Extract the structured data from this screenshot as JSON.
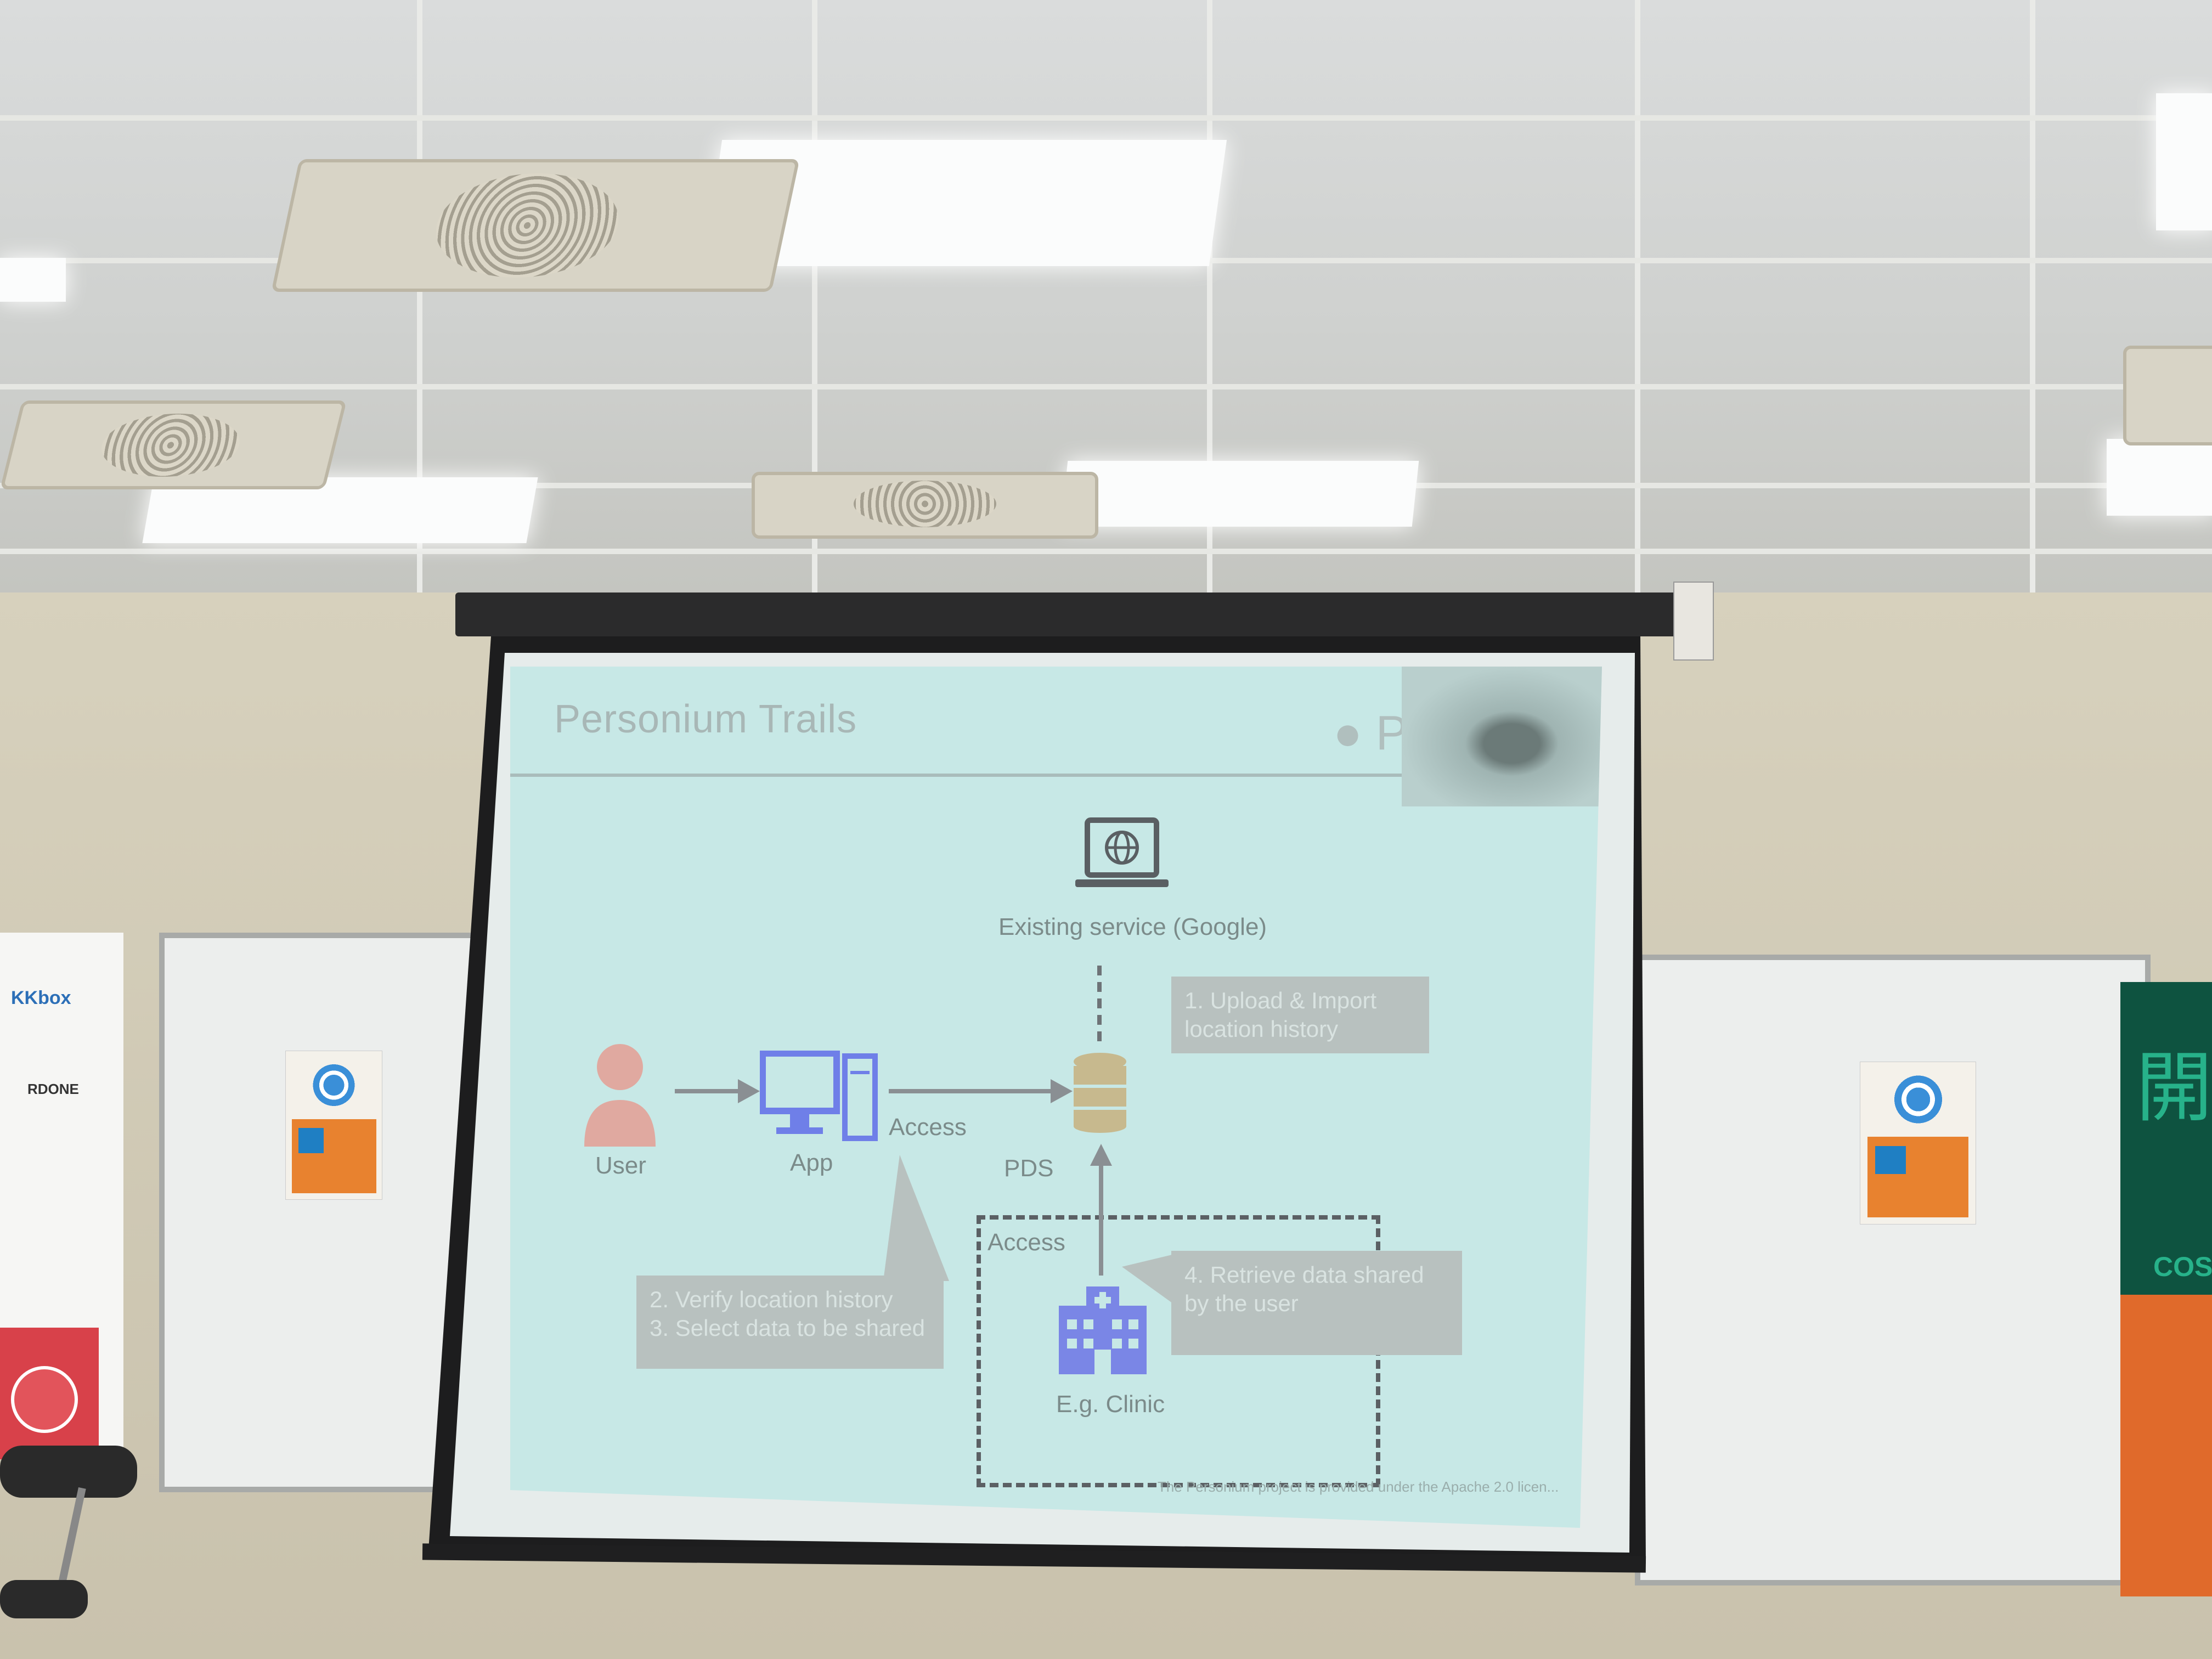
{
  "slide": {
    "title": "Personium Trails",
    "logo_fragment": "Pe",
    "nodes": {
      "existing_service": "Existing service (Google)",
      "user": "User",
      "app": "App",
      "pds": "PDS",
      "clinic": "E.g. Clinic"
    },
    "edge_labels": {
      "app_to_pds": "Access",
      "clinic_to_pds": "Access"
    },
    "callouts": {
      "upload": "1. Upload & Import location history",
      "verify_line1": "2. Verify location history",
      "verify_line2": "3. Select data to be shared",
      "retrieve": "4. Retrieve data shared by the user"
    },
    "footnote": "The Personium project is provided under the Apache 2.0 licen..."
  },
  "posters": {
    "left_sponsors": [
      "KKbox",
      "RDONE"
    ],
    "right_poster_char": "開",
    "right_poster_text": "COS"
  },
  "colors": {
    "slide_bg": "#c7e8e6",
    "user_icon": "#e0a9a0",
    "app_icon": "#6f7fe8",
    "pds_icon": "#c7b98e",
    "clinic_icon": "#7a86e6",
    "sticker_orange": "#e8822f",
    "poster_green": "#0e5340",
    "poster_orange": "#e06a2b"
  }
}
